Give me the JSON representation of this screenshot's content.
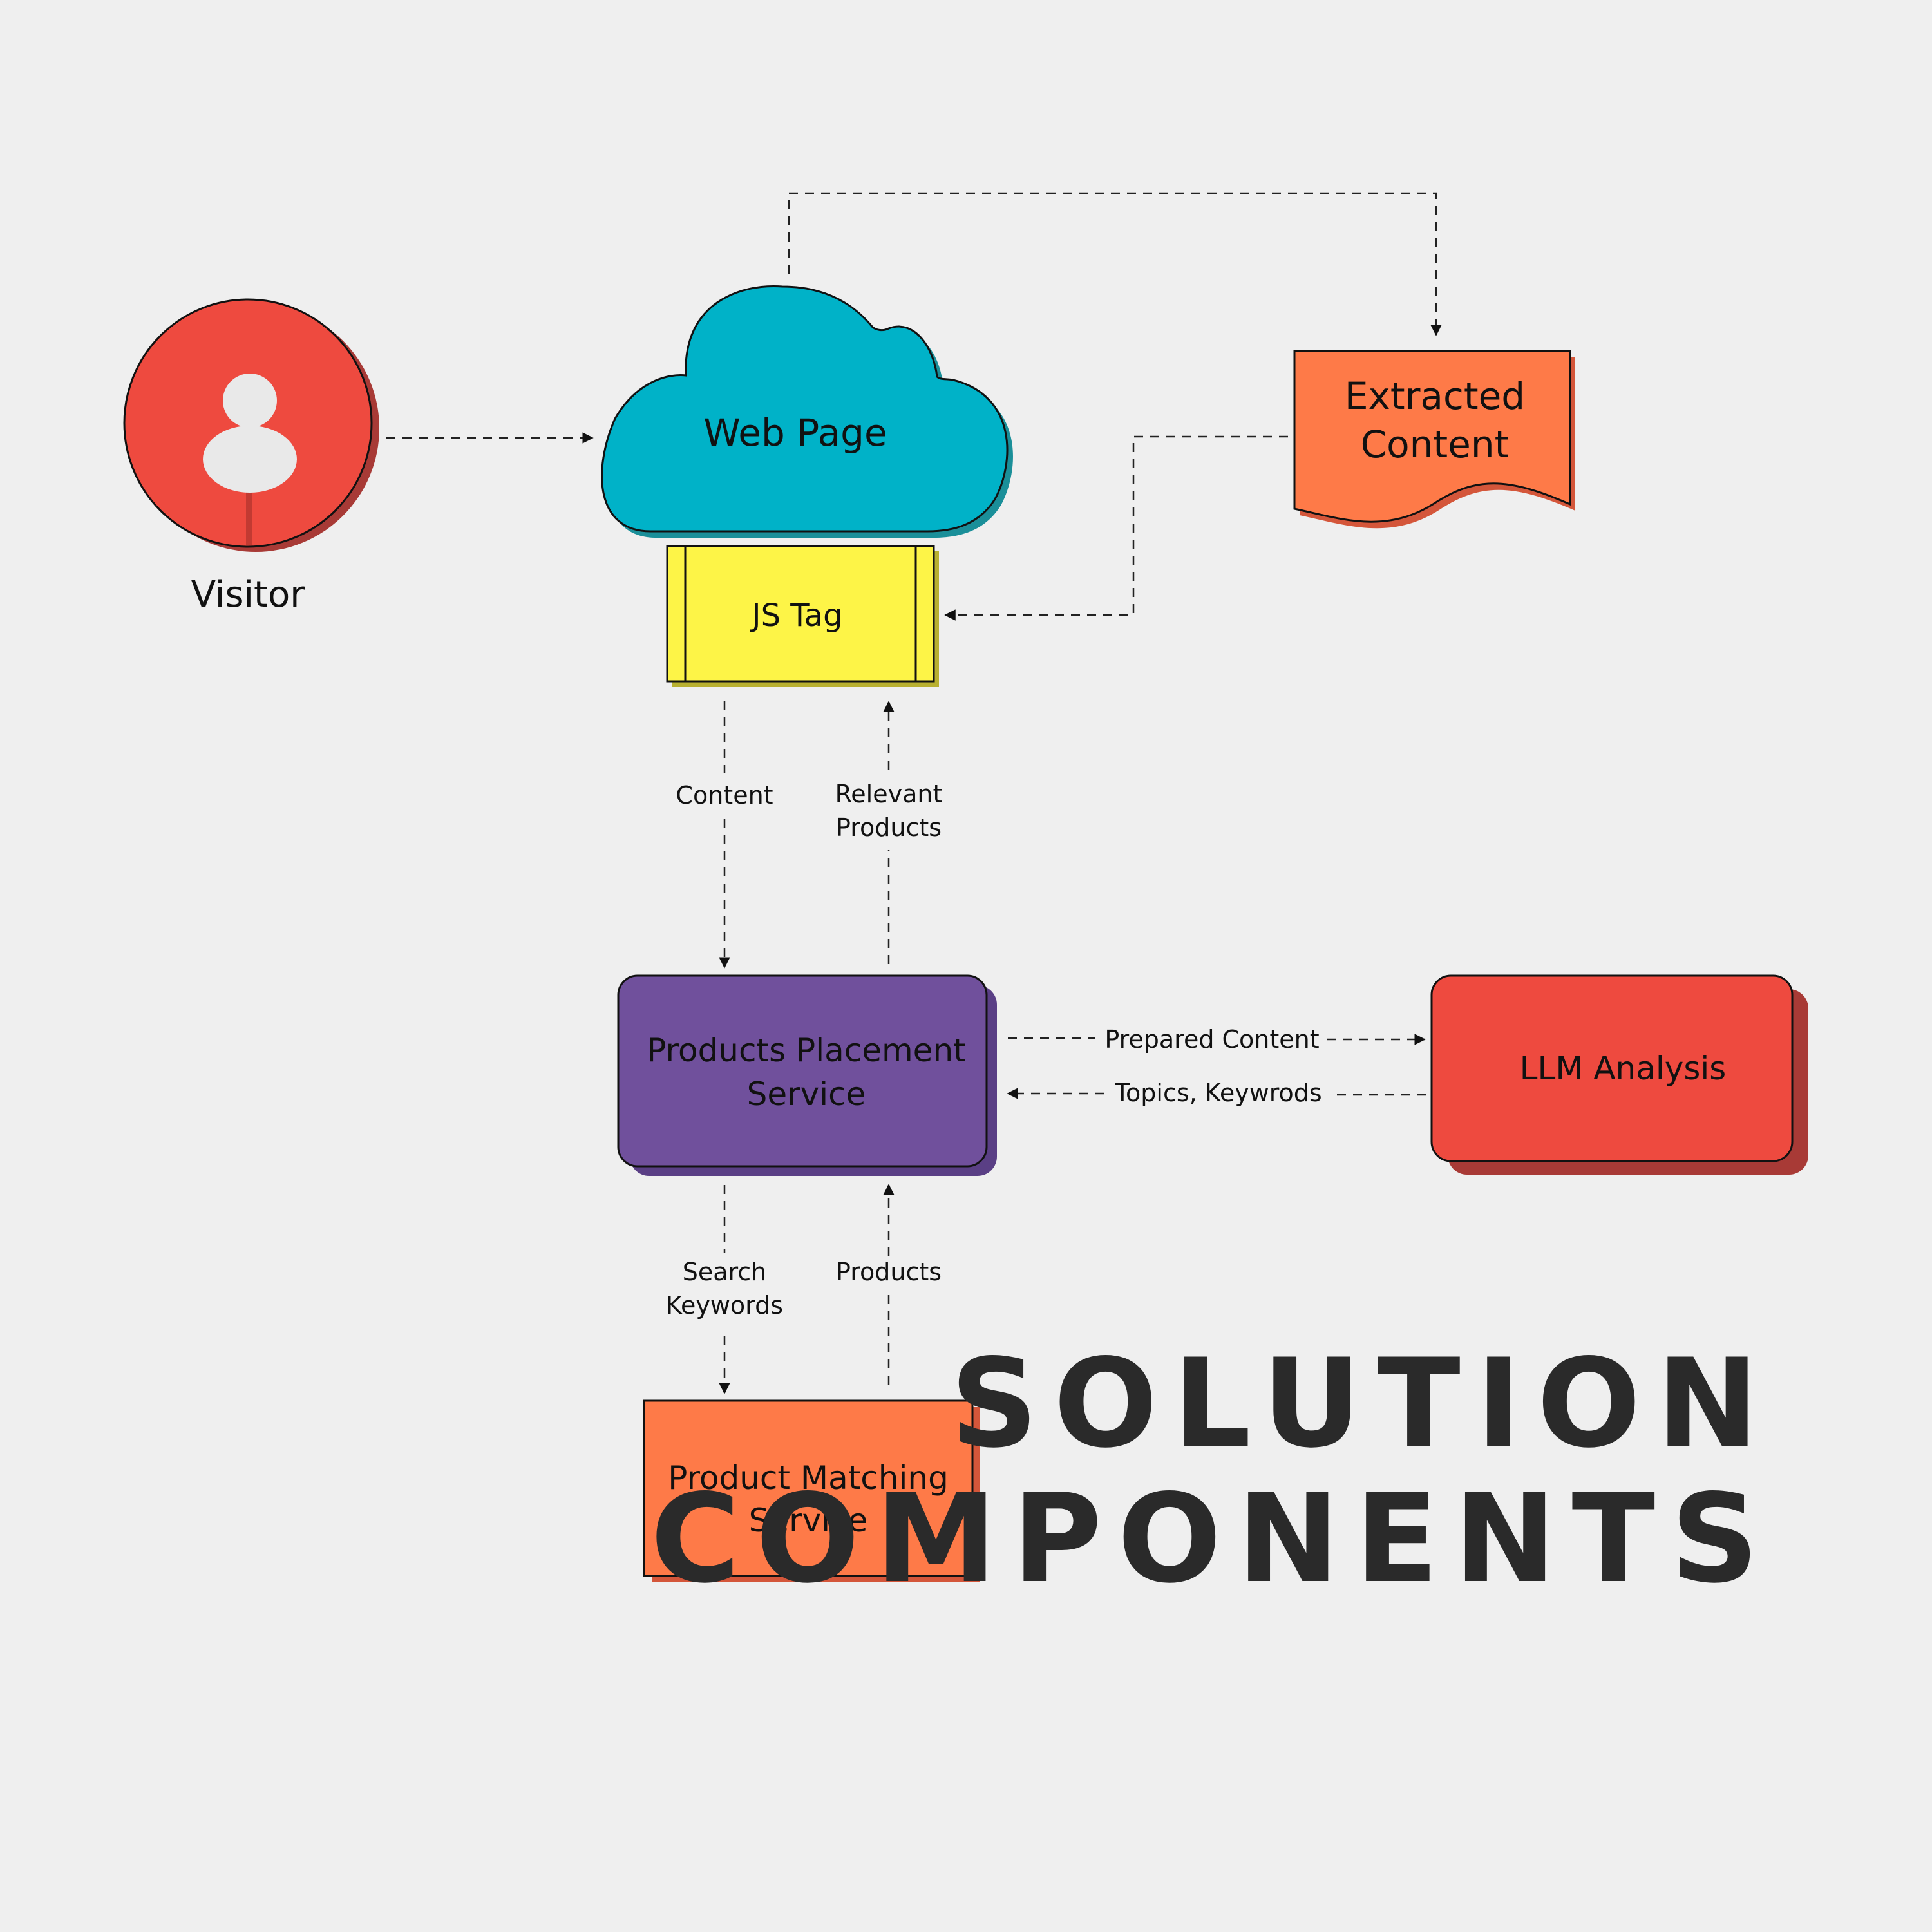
{
  "nodes": {
    "visitor": {
      "label": "Visitor"
    },
    "web_page": {
      "label": "Web Page"
    },
    "js_tag": {
      "label": "JS Tag"
    },
    "extracted_content": {
      "line1": "Extracted",
      "line2": "Content"
    },
    "products_placement": {
      "line1": "Products Placement",
      "line2": "Service"
    },
    "llm_analysis": {
      "label": "LLM Analysis"
    },
    "product_matching": {
      "line1": "Product Matching",
      "line2": "Service"
    }
  },
  "edges": {
    "content": "Content",
    "relevant_products": {
      "line1": "Relevant",
      "line2": "Products"
    },
    "prepared_content": "Prepared Content",
    "topics_keywords": "Topics, Keywrods",
    "search_keywords": {
      "line1": "Search",
      "line2": "Keywords"
    },
    "products": "Products"
  },
  "title": {
    "line1": "SOLUTION",
    "line2": "COMPONENTS"
  },
  "colors": {
    "background": "#efefef",
    "visitor": "#ee4a3f",
    "web_page": "#00b2c8",
    "js_tag": "#fdf447",
    "extracted_content": "#fe7a48",
    "products_placement": "#70509c",
    "llm_analysis": "#ee4a3f",
    "product_matching": "#fe7a48"
  }
}
